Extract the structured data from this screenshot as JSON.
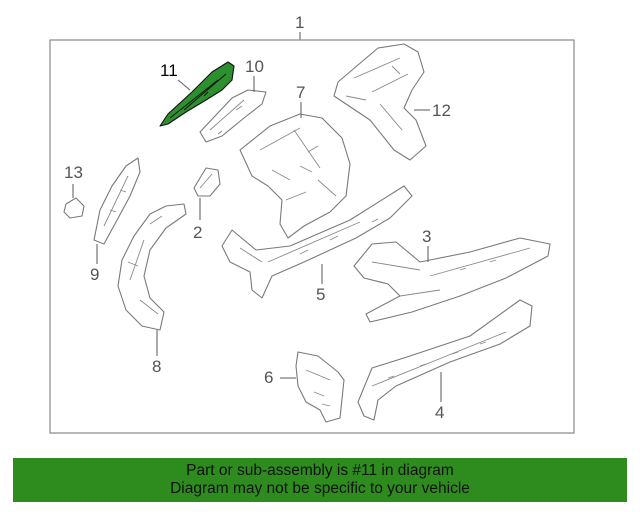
{
  "diagram": {
    "assembly_callout": "1",
    "callouts": {
      "p2": "2",
      "p3": "3",
      "p4": "4",
      "p5": "5",
      "p6": "6",
      "p7": "7",
      "p8": "8",
      "p9": "9",
      "p10": "10",
      "p11": "11",
      "p12": "12",
      "p13": "13"
    },
    "highlighted_part": "11",
    "colors": {
      "highlight": "#2d8f2d",
      "banner": "#2e8b1e",
      "lines": "#7a7a7a"
    }
  },
  "banner": {
    "line1": "Part or sub-assembly is #11 in diagram",
    "line2": "Diagram may not be specific to your vehicle"
  }
}
